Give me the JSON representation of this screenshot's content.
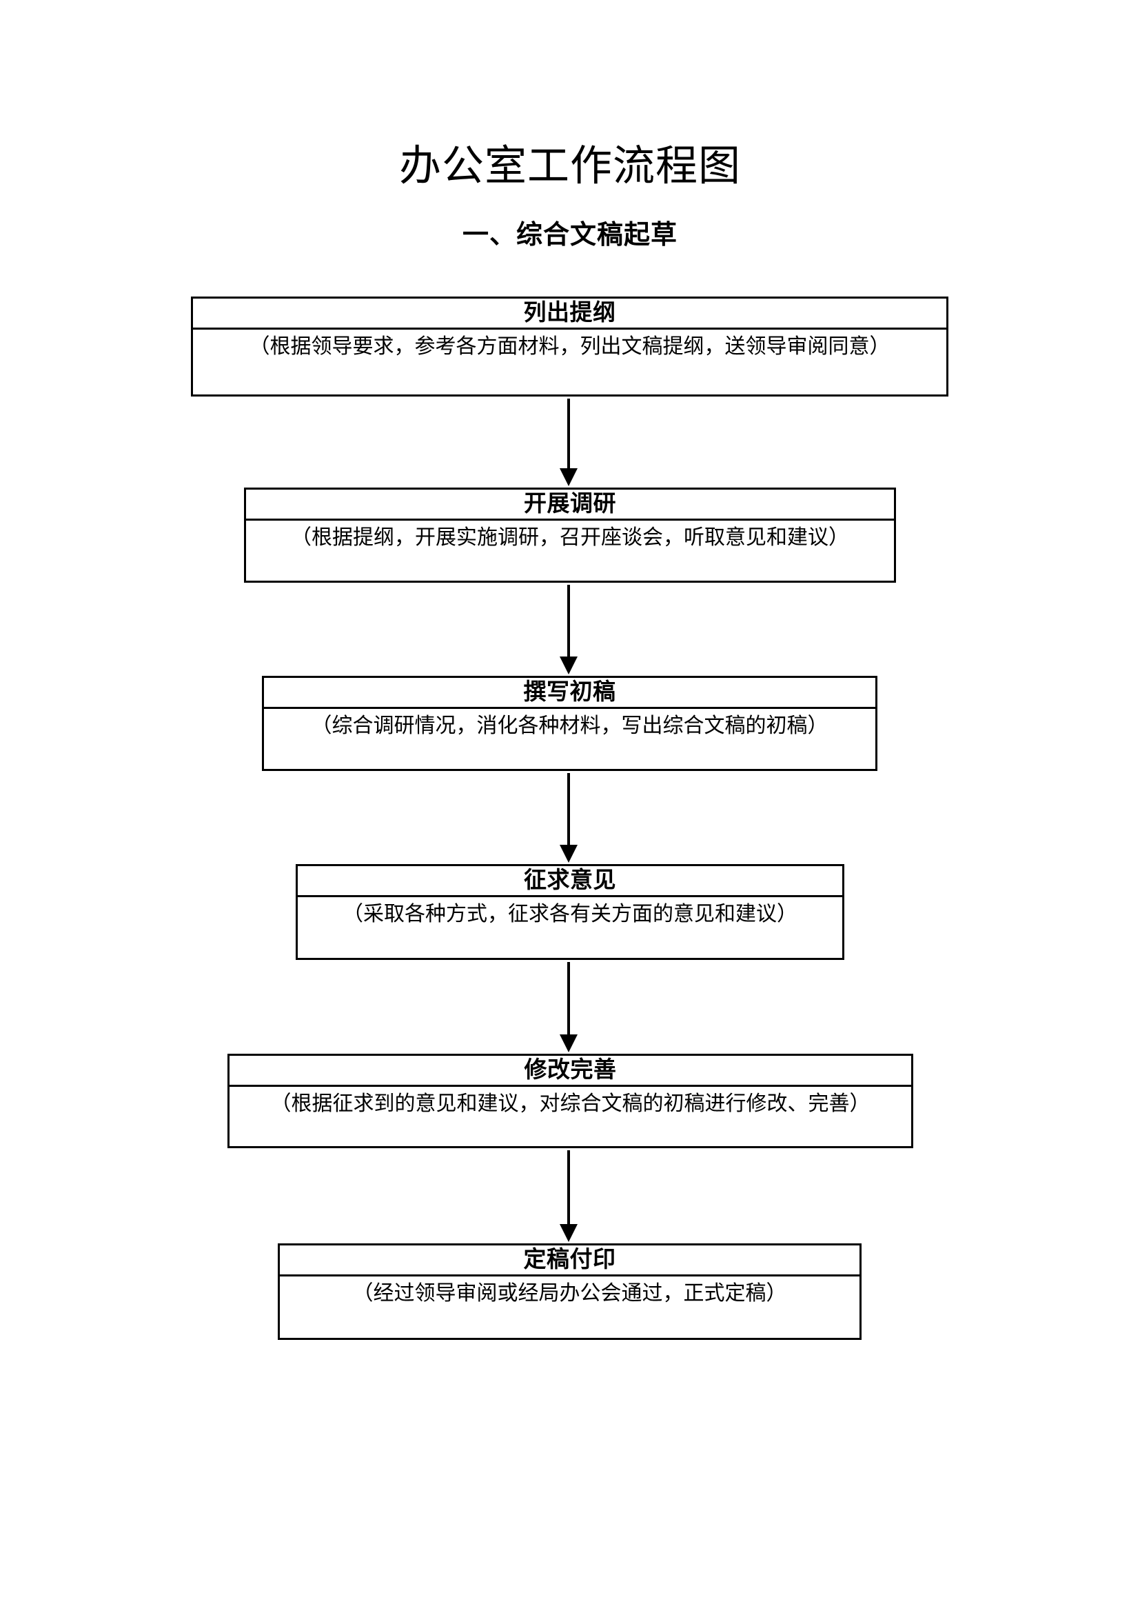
{
  "document": {
    "title": "办公室工作流程图",
    "section_heading": "一、综合文稿起草"
  },
  "flowchart": {
    "type": "vertical-linear-flow",
    "connector": "down-arrow",
    "steps": [
      {
        "index": 1,
        "title": "列出提纲",
        "description": "（根据领导要求，参考各方面材料，列出文稿提纲，送领导审阅同意）"
      },
      {
        "index": 2,
        "title": "开展调研",
        "description": "（根据提纲，开展实施调研，召开座谈会，听取意见和建议）"
      },
      {
        "index": 3,
        "title": "撰写初稿",
        "description": "（综合调研情况，消化各种材料，写出综合文稿的初稿）"
      },
      {
        "index": 4,
        "title": "征求意见",
        "description": "（采取各种方式，征求各有关方面的意见和建议）"
      },
      {
        "index": 5,
        "title": "修改完善",
        "description": "（根据征求到的意见和建议，对综合文稿的初稿进行修改、完善）"
      },
      {
        "index": 6,
        "title": "定稿付印",
        "description": "（经过领导审阅或经局办公会通过，正式定稿）"
      }
    ]
  },
  "colors": {
    "page_background": "#ffffff",
    "text": "#000000",
    "box_border": "#000000",
    "arrow": "#000000"
  }
}
